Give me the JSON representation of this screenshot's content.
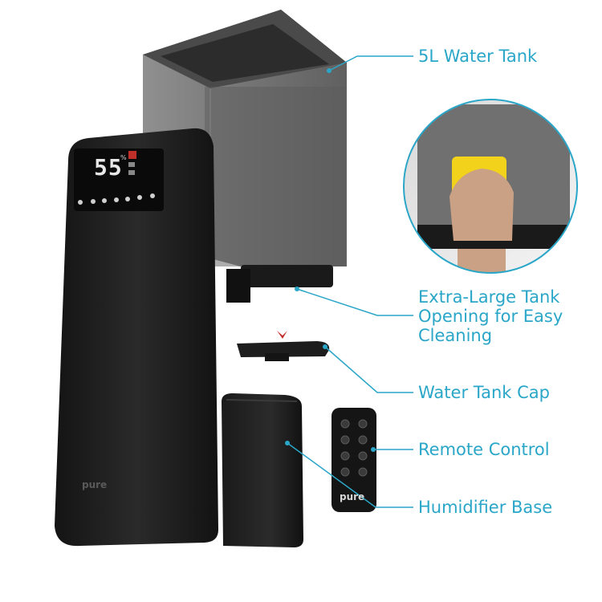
{
  "product": {
    "display_reading": "55",
    "display_unit": "%",
    "brand": "pure",
    "remote_brand": "pure"
  },
  "callouts": {
    "water_tank": "5L Water Tank",
    "opening_line1": "Extra-Large Tank",
    "opening_line2": "Opening for Easy",
    "opening_line3": "Cleaning",
    "tank_cap": "Water Tank Cap",
    "remote_control": "Remote Control",
    "humidifier_base": "Humidifier Base"
  },
  "colors": {
    "callout": "#2aa6c8",
    "body": "#1c1c1c",
    "tank": "#6f6f6f"
  }
}
